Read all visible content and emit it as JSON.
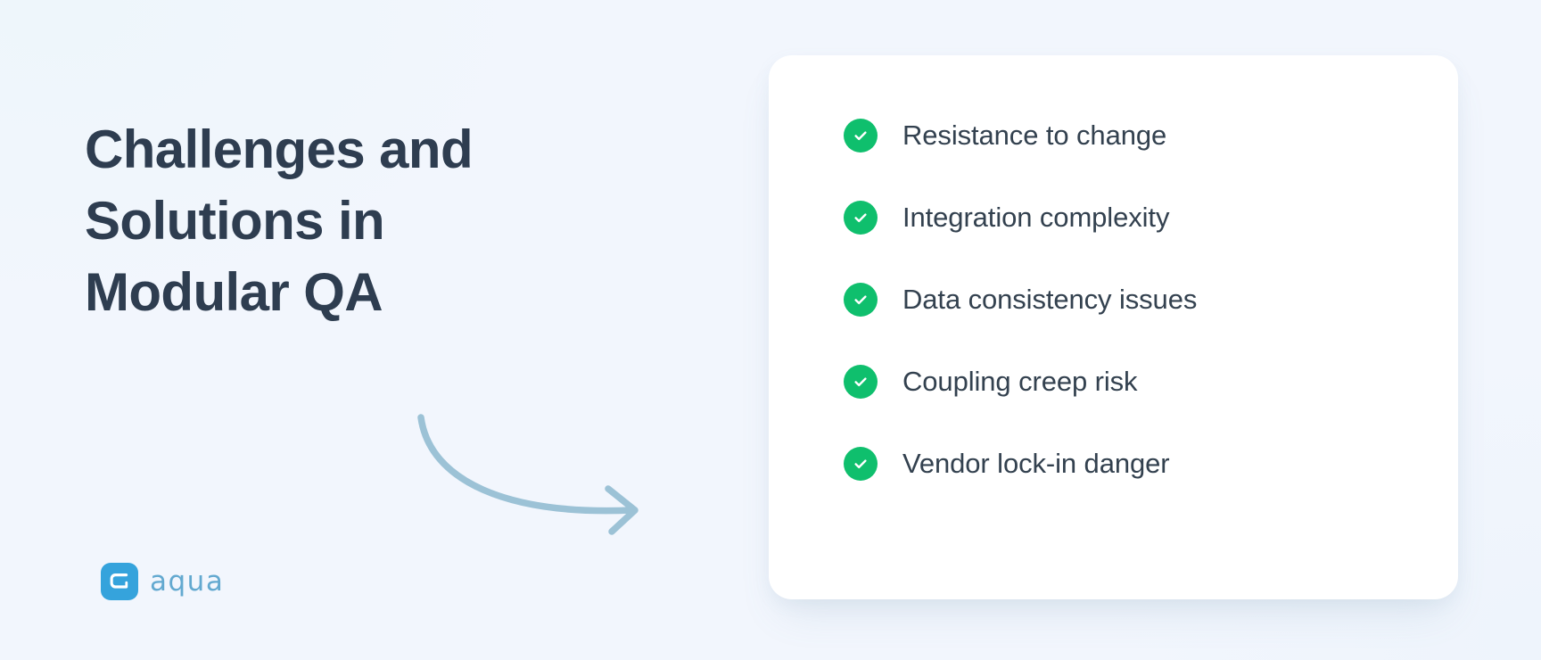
{
  "colors": {
    "background": "#f2f6fd",
    "card_background": "#ffffff",
    "heading_text": "#2e3d50",
    "list_text": "#33414f",
    "check_green": "#0fbf6d",
    "arrow_blue": "#9cc2d6",
    "logo_mark_blue": "#35a3dc",
    "logo_word_blue": "#63a9d0"
  },
  "heading": {
    "full_text": "Challenges and Solutions in Modular QA",
    "lines": [
      "Challenges and",
      "Solutions in",
      "Modular QA"
    ]
  },
  "arrow": {
    "icon": "curved-arrow-right-icon",
    "direction": "right"
  },
  "logo": {
    "mark_icon": "aqua-logo-mark-icon",
    "wordmark": "aqua"
  },
  "card": {
    "items": [
      {
        "icon": "check-circle-icon",
        "label": "Resistance to change"
      },
      {
        "icon": "check-circle-icon",
        "label": "Integration complexity"
      },
      {
        "icon": "check-circle-icon",
        "label": "Data consistency issues"
      },
      {
        "icon": "check-circle-icon",
        "label": "Coupling creep risk"
      },
      {
        "icon": "check-circle-icon",
        "label": "Vendor lock-in danger"
      }
    ]
  }
}
